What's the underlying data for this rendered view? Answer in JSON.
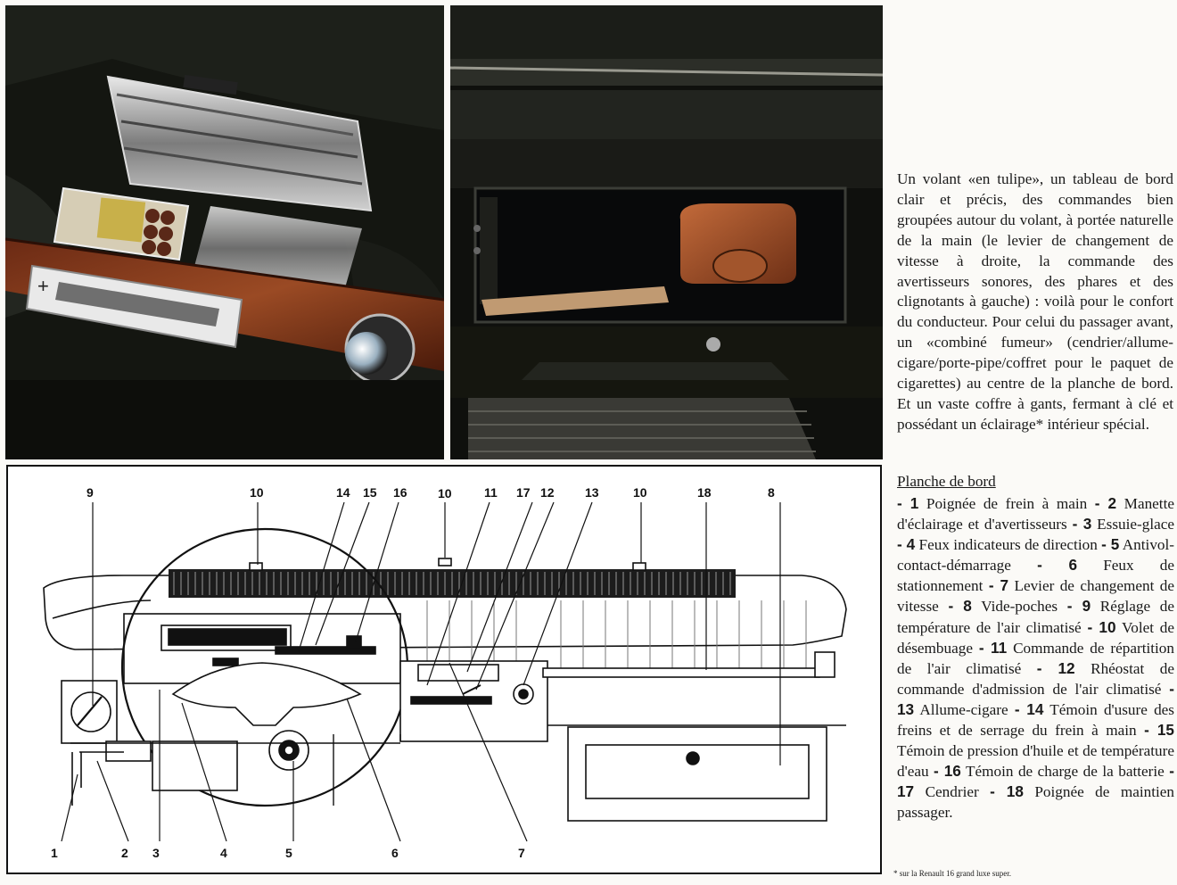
{
  "intro_text": "Un volant «en tulipe», un tableau de bord clair et précis, des commandes bien groupées autour du volant, à portée naturelle de la main (le levier de changement de vitesse à droite, la commande des avertisseurs sonores, des phares et des clignotants à gauche) : voilà pour le confort du conducteur. Pour celui du passager avant, un «combiné fumeur» (cendrier/allume-cigare/porte-pipe/coffret pour le paquet de cigarettes) au centre de la planche de bord. Et un vaste coffre à gants, fermant à clé et possédant un éclairage* intérieur spécial.",
  "section_title": "Planche de bord",
  "legend": [
    {
      "num": "1",
      "text": "Poignée de frein à main"
    },
    {
      "num": "2",
      "text": "Manette d'éclairage et d'avertisseurs"
    },
    {
      "num": "3",
      "text": "Essuie-glace"
    },
    {
      "num": "4",
      "text": "Feux indicateurs de direction"
    },
    {
      "num": "5",
      "text": "Antivol-contact-démarrage"
    },
    {
      "num": "6",
      "text": "Feux de stationnement"
    },
    {
      "num": "7",
      "text": "Levier de changement de vitesse"
    },
    {
      "num": "8",
      "text": "Vide-poches"
    },
    {
      "num": "9",
      "text": "Réglage de température de l'air climatisé"
    },
    {
      "num": "10",
      "text": "Volet de désembuage"
    },
    {
      "num": "11",
      "text": "Commande de répartition de l'air climatisé"
    },
    {
      "num": "12",
      "text": "Rhéostat de commande d'admission de l'air climatisé"
    },
    {
      "num": "13",
      "text": "Allume-cigare"
    },
    {
      "num": "14",
      "text": "Témoin d'usure des freins et de serrage du frein à main"
    },
    {
      "num": "15",
      "text": "Témoin de pression d'huile et de température d'eau"
    },
    {
      "num": "16",
      "text": "Témoin de charge de la batterie"
    },
    {
      "num": "17",
      "text": "Cendrier"
    },
    {
      "num": "18",
      "text": "Poignée de maintien passager."
    }
  ],
  "footnote": "* sur la Renault 16 grand luxe super.",
  "diagram_labels": {
    "n1": "1",
    "n2": "2",
    "n3": "3",
    "n4": "4",
    "n5": "5",
    "n6": "6",
    "n7": "7",
    "n8": "8",
    "n9": "9",
    "n10a": "10",
    "n10b": "10",
    "n10c": "10",
    "n11": "11",
    "n12": "12",
    "n13": "13",
    "n14": "14",
    "n15": "15",
    "n16": "16",
    "n17": "17",
    "n18": "18"
  }
}
